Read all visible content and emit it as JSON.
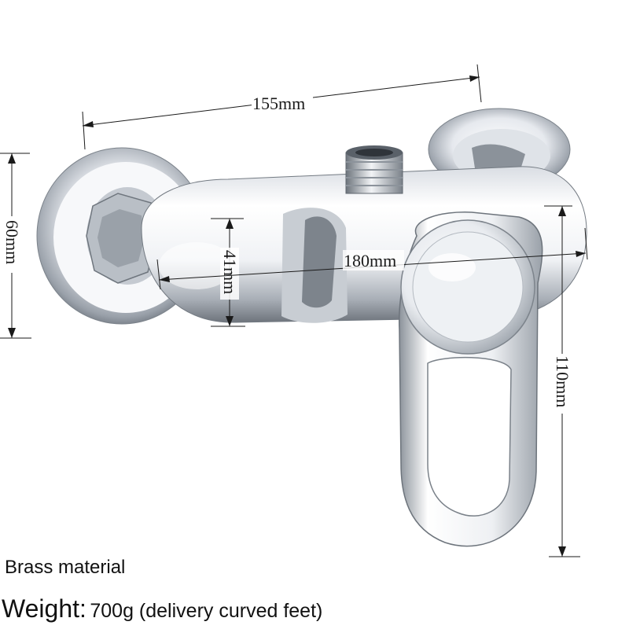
{
  "dimensions": {
    "width_top": "155mm",
    "height_left": "60mm",
    "body_height": "41mm",
    "overall_length": "180mm",
    "handle_height": "110mm"
  },
  "captions": {
    "material": "Brass material",
    "weight_label": "Weight:",
    "weight_value": "700g (delivery curved feet)"
  },
  "colors": {
    "background": "#ffffff",
    "chrome_light": "#f4f5f7",
    "chrome_dark": "#8a9098",
    "dimension_line": "#1a1a1a"
  }
}
